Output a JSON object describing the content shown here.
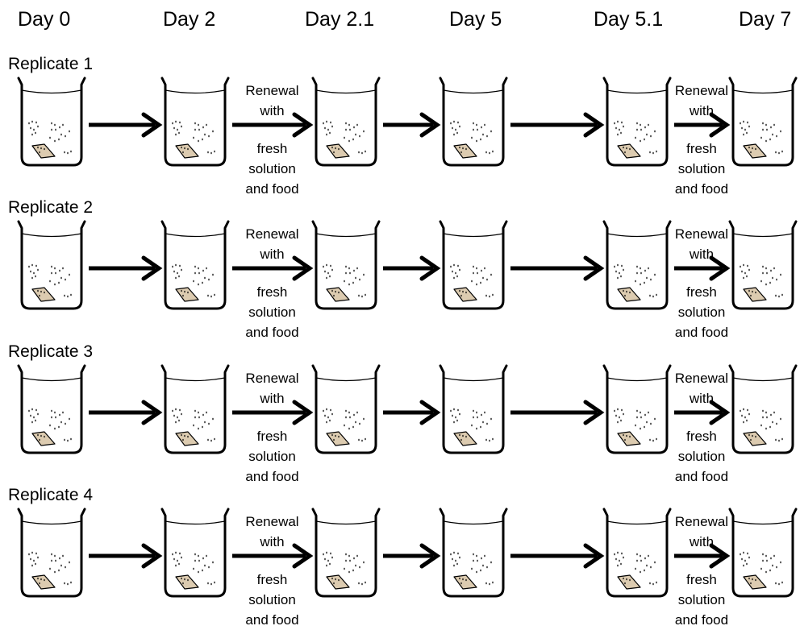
{
  "days": [
    "Day 0",
    "Day 2",
    "Day 2.1",
    "Day 5",
    "Day 5.1",
    "Day 7"
  ],
  "replicates": [
    "Replicate 1",
    "Replicate 2",
    "Replicate 3",
    "Replicate 4"
  ],
  "renewal_note": {
    "line1": "Renewal",
    "line2": "with",
    "line3": "fresh",
    "line4": "solution",
    "line5": "and food"
  },
  "renewal_after_day_index": [
    1,
    4
  ],
  "leaf_in_beaker": [
    true,
    true,
    true,
    true,
    true,
    true
  ],
  "colors": {
    "stroke": "#000000",
    "leaf_fill": "#dccbb0",
    "background": "#ffffff"
  }
}
